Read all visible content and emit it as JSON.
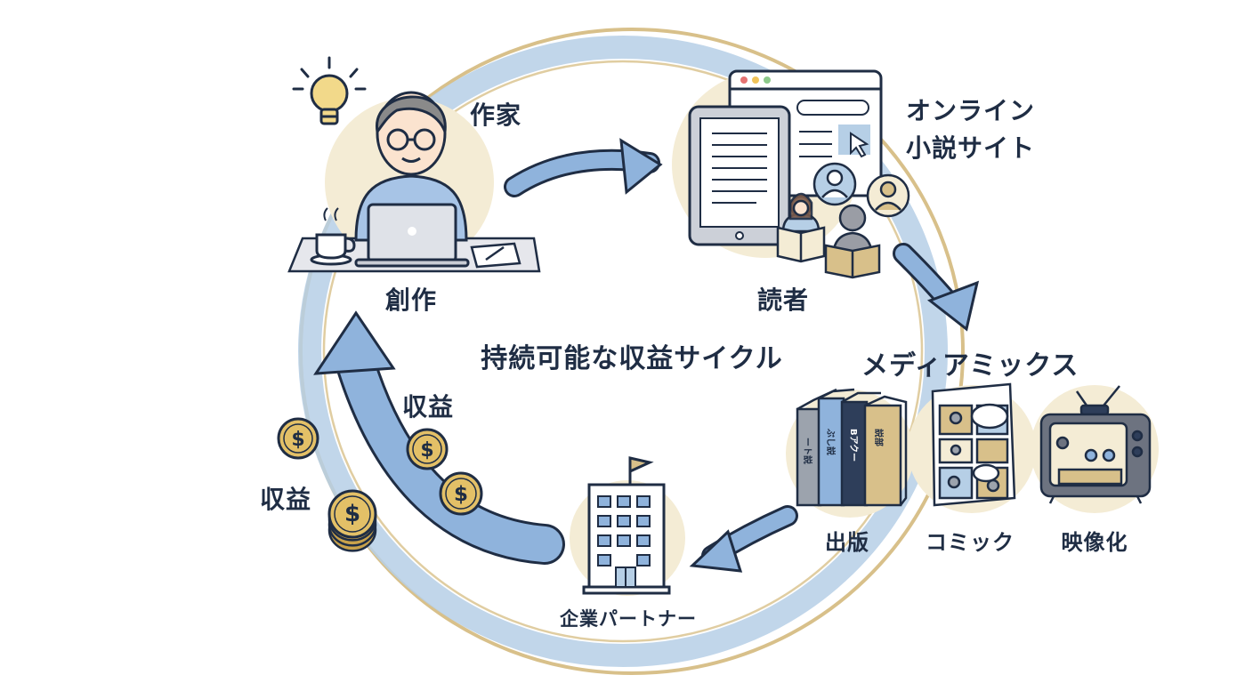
{
  "diagram": {
    "center_title": "持続可能な収益サイクル",
    "nodes": {
      "writer": {
        "name": "作家",
        "caption": "創作"
      },
      "site": {
        "name_line1": "オンライン",
        "name_line2": "小説サイト",
        "caption": "読者"
      },
      "media": {
        "name": "メディアミックス",
        "items": [
          {
            "caption": "出版"
          },
          {
            "caption": "コミック"
          },
          {
            "caption": "映像化"
          }
        ]
      },
      "partner": {
        "caption": "企業パートナー"
      }
    },
    "revenue_labels": [
      "収益",
      "収益"
    ],
    "book_spines": [
      "ート説",
      "ぶし説",
      "Bアクー",
      "説部"
    ],
    "icons": [
      "lightbulb-icon",
      "writer-avatar",
      "laptop-icon",
      "coffee-cup-icon",
      "notebook-icon",
      "browser-window-icon",
      "tablet-icon",
      "reader-avatar-icon",
      "cursor-icon",
      "books-icon",
      "comic-page-icon",
      "tv-icon",
      "office-building-icon",
      "coin-icon",
      "arrow-icon"
    ],
    "colors": {
      "ring_blue": "#b6cfe6",
      "ring_gold": "#d8c08a",
      "arrow_blue": "#8fb3dc",
      "node_bg": "#f4ecd5",
      "navy": "#1f2d44",
      "coin_gold": "#e3c067"
    }
  }
}
